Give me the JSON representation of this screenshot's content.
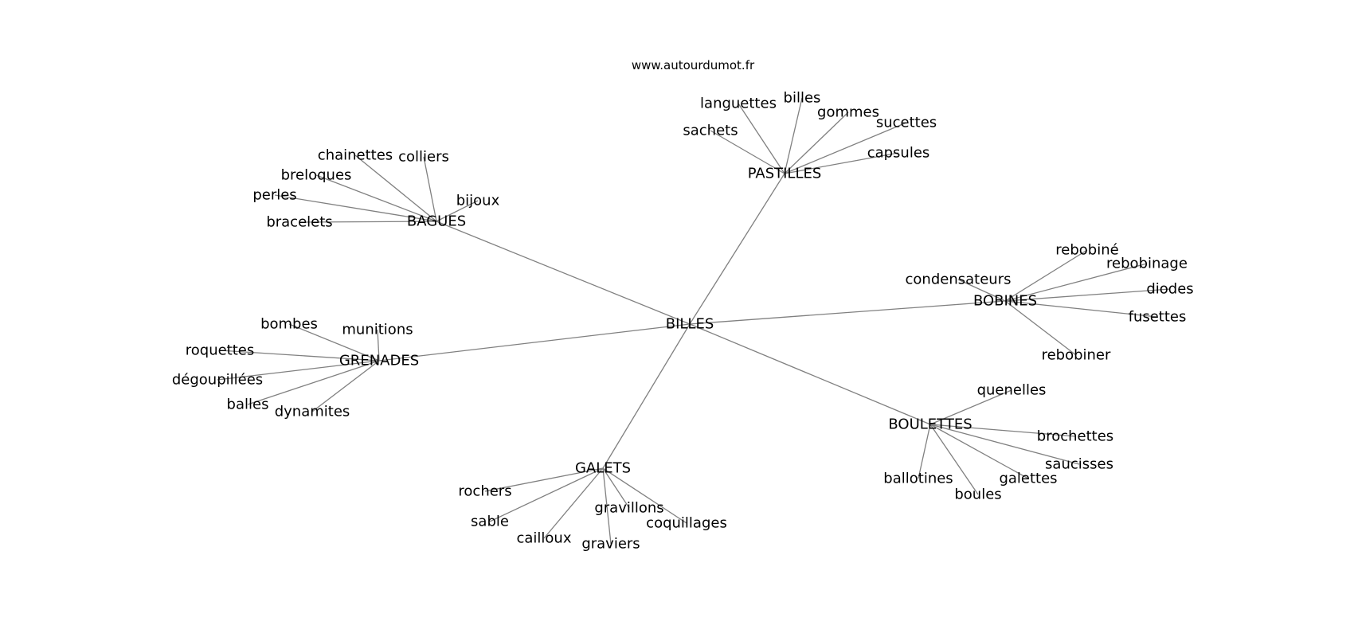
{
  "source_label": "www.autourdumot.fr",
  "colors": {
    "edge": "#808080",
    "text": "#000000",
    "background": "#ffffff"
  },
  "root": "BILLES",
  "groups": [
    {
      "hub": "PASTILLES",
      "leaves": [
        "languettes",
        "billes",
        "gommes",
        "sucettes",
        "sachets",
        "capsules"
      ]
    },
    {
      "hub": "BAGUES",
      "leaves": [
        "chainettes",
        "colliers",
        "breloques",
        "perles",
        "bijoux",
        "bracelets"
      ]
    },
    {
      "hub": "BOBINES",
      "leaves": [
        "rebobiné",
        "rebobinage",
        "condensateurs",
        "diodes",
        "fusettes",
        "rebobiner"
      ]
    },
    {
      "hub": "GRENADES",
      "leaves": [
        "bombes",
        "munitions",
        "roquettes",
        "dégoupillées",
        "balles",
        "dynamites"
      ]
    },
    {
      "hub": "BOULETTES",
      "leaves": [
        "quenelles",
        "brochettes",
        "saucisses",
        "ballotines",
        "galettes",
        "boules"
      ]
    },
    {
      "hub": "GALETS",
      "leaves": [
        "rochers",
        "sable",
        "gravillons",
        "coquillages",
        "cailloux",
        "graviers"
      ]
    }
  ]
}
